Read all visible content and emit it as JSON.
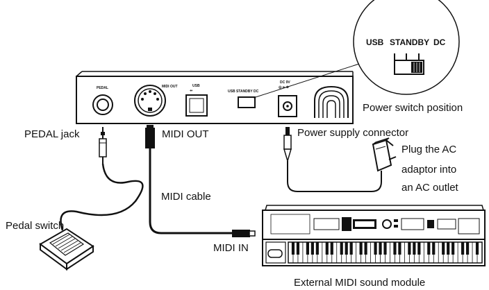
{
  "labels": {
    "pedal_jack": "PEDAL jack",
    "midi_out": "MIDI OUT",
    "power_supply_connector": "Power supply connector",
    "power_switch_position": "Power switch position",
    "plug_line1": "Plug the AC",
    "plug_line2": "adaptor into",
    "plug_line3": "an AC outlet",
    "midi_cable": "MIDI cable",
    "pedal_switch": "Pedal switch",
    "midi_in": "MIDI IN",
    "external_module": "External MIDI sound module"
  },
  "panel_text": {
    "pedal": "PEDAL",
    "midi_out": "MIDI OUT",
    "usb": "USB",
    "switch": "USB  STANDBY  DC",
    "dc9v": "DC 9V"
  },
  "zoom_text": {
    "usb": "USB",
    "standby": "STANDBY",
    "dc": "DC"
  }
}
